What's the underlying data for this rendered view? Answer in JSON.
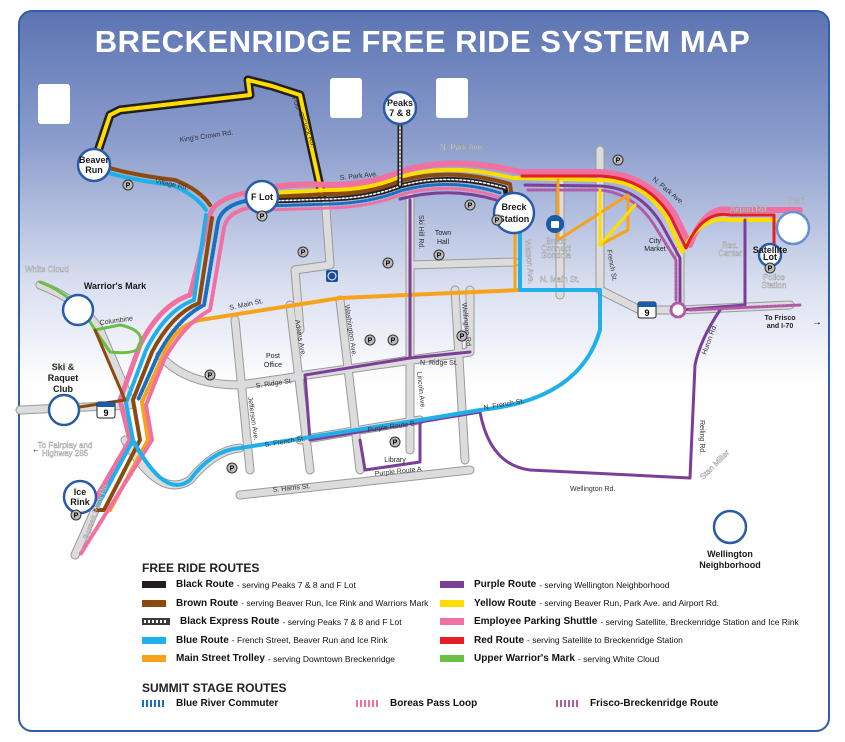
{
  "title": "BRECKENRIDGE FREE RIDE SYSTEM MAP",
  "stations": {
    "beaver_run": [
      "Beaver",
      "Run"
    ],
    "f_lot": "F Lot",
    "peaks": [
      "Peaks",
      "7 & 8"
    ],
    "breck_station": [
      "Breck",
      "Station"
    ],
    "satellite_lot": [
      "Satellite",
      "Lot"
    ],
    "ice_rink": [
      "Ice",
      "Rink"
    ],
    "warriors_mark": "Warrior's Mark",
    "ski_racquet": [
      "Ski &",
      "Raquet",
      "Club"
    ],
    "wellington": [
      "Wellington",
      "Neighborhood"
    ],
    "white_cloud": "White Cloud",
    "cmc": "CMC"
  },
  "streets": {
    "kings_crown": "King's Crown Rd.",
    "four_oclock": "Four O'Clock Rd.",
    "village": "Village Rd.",
    "s_park": "S. Park Ave.",
    "n_park_top": "N. Park Ave.",
    "n_park": "N. Park Ave.",
    "airport": "Airport Rd.",
    "s_main": "S. Main St.",
    "n_main": "N. Main St.",
    "ski_hill": "Ski Hill Rd.",
    "watson": "Watson Ave.",
    "french": "French St.",
    "adams": "Adams Ave.",
    "washington": "Washington Ave.",
    "wellington_rd_n": "Wellington Rd.",
    "s_ridge": "S. Ridge St.",
    "n_ridge": "N. Ridge St.",
    "jefferson": "Jefferson Ave.",
    "lincoln": "Lincoln Ave.",
    "s_french": "S. French St.",
    "n_french": "N. French St.",
    "purple_b": "Purple Route B",
    "purple_a": "Purple Route A",
    "s_harris": "S. Harris St.",
    "wellington_rd": "Wellington Rd.",
    "reiling": "Reiling Rd.",
    "huron": "Huron Rd.",
    "columbine": "Columbine",
    "boreas": "Boreas Pass Rd.",
    "stan_miller": "Stan Miller",
    "route9": "9"
  },
  "poi": {
    "town_hall": [
      "Town",
      "Hall"
    ],
    "post_office": [
      "Post",
      "Office"
    ],
    "library": "Library",
    "gondola": [
      "Breck",
      "Connect",
      "Gondola"
    ],
    "city_market": [
      "City",
      "Market"
    ],
    "rec_center": [
      "Rec.",
      "Center"
    ],
    "police": [
      "Police",
      "Station"
    ],
    "to_frisco": [
      "To Frisco",
      "and I-70"
    ],
    "to_fairplay": [
      "To Fairplay and",
      "Highway 285"
    ],
    "parking": "P"
  },
  "legend": {
    "free_ride_heading": "FREE RIDE ROUTES",
    "free_ride": [
      {
        "name": "Black Route",
        "desc": "- serving Peaks 7 & 8 and F Lot",
        "color": "#231f20",
        "style": "solid"
      },
      {
        "name": "Brown Route",
        "desc": "- serving Beaver Run, Ice Rink and Warriors Mark",
        "color": "#8b4a0f",
        "style": "solid"
      },
      {
        "name": "Black Express Route",
        "desc": "- serving Peaks 7 & 8 and F Lot",
        "color": "#3a3a3a",
        "style": "dotted"
      },
      {
        "name": "Blue Route",
        "desc": "- French Street, Beaver Run and Ice Rink",
        "color": "#1fb0ea",
        "style": "solid"
      },
      {
        "name": "Main Street Trolley",
        "desc": "- serving Downtown Breckenridge",
        "color": "#f7a21b",
        "style": "solid"
      },
      {
        "name": "Purple Route",
        "desc": "- serving Wellington Neighborhood",
        "color": "#7b3f98",
        "style": "solid"
      },
      {
        "name": "Yellow Route",
        "desc": "- serving Beaver Run, Park Ave. and Airport Rd.",
        "color": "#ffdd00",
        "style": "solid"
      },
      {
        "name": "Employee Parking Shuttle",
        "desc": "- serving Satellite, Breckenridge Station and Ice Rink",
        "color": "#f070a1",
        "style": "solid"
      },
      {
        "name": "Red Route",
        "desc": "- serving Satellite to Breckenridge Station",
        "color": "#e31e25",
        "style": "solid"
      },
      {
        "name": "Upper Warrior's Mark",
        "desc": "- serving White Cloud",
        "color": "#6abf45",
        "style": "solid"
      }
    ],
    "summit_heading": "SUMMIT STAGE ROUTES",
    "summit": [
      {
        "name": "Blue River Commuter",
        "color": "#1a6fc0"
      },
      {
        "name": "Boreas Pass Loop",
        "color": "#f070a1"
      },
      {
        "name": "Frisco-Breckenridge Route",
        "color": "#b05ba8"
      }
    ]
  }
}
